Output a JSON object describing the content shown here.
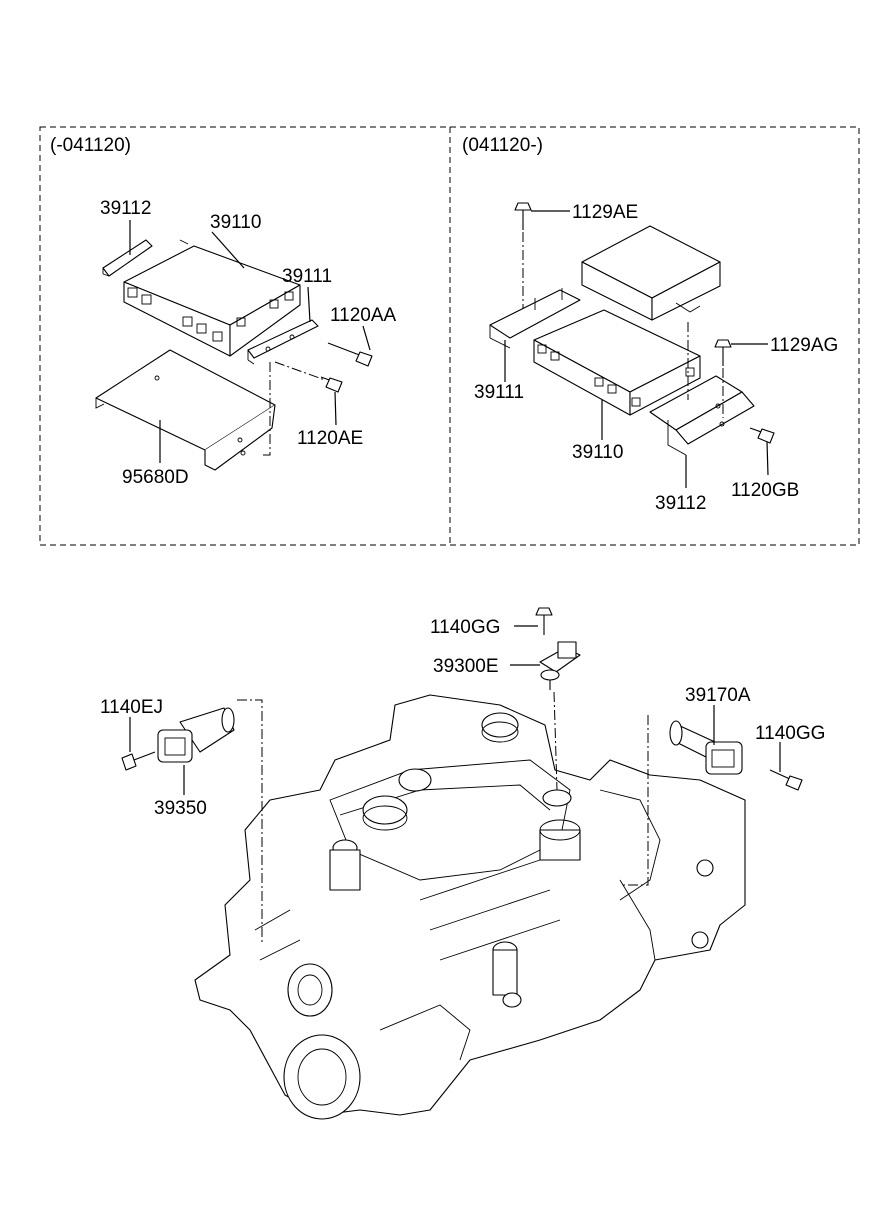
{
  "panels": {
    "left": {
      "title": "(-041120)"
    },
    "right": {
      "title": "(041120-)"
    }
  },
  "labels": {
    "l_39112": "39112",
    "l_39110": "39110",
    "l_39111": "39111",
    "l_1120AA": "1120AA",
    "l_1120AE": "1120AE",
    "l_95680D": "95680D",
    "r_1129AE": "1129AE",
    "r_1129AG": "1129AG",
    "r_39111": "39111",
    "r_39110": "39110",
    "r_39112": "39112",
    "r_1120GB": "1120GB",
    "e_1140GG_top": "1140GG",
    "e_39300E": "39300E",
    "e_1140EJ": "1140EJ",
    "e_39350": "39350",
    "e_39170A": "39170A",
    "e_1140GG_right": "1140GG"
  },
  "icons": {
    "ecu": "ecu-module",
    "bracket": "mounting-bracket",
    "bolt": "bolt",
    "cover": "ecu-cover",
    "sensor": "sensor",
    "engine": "engine-block"
  }
}
